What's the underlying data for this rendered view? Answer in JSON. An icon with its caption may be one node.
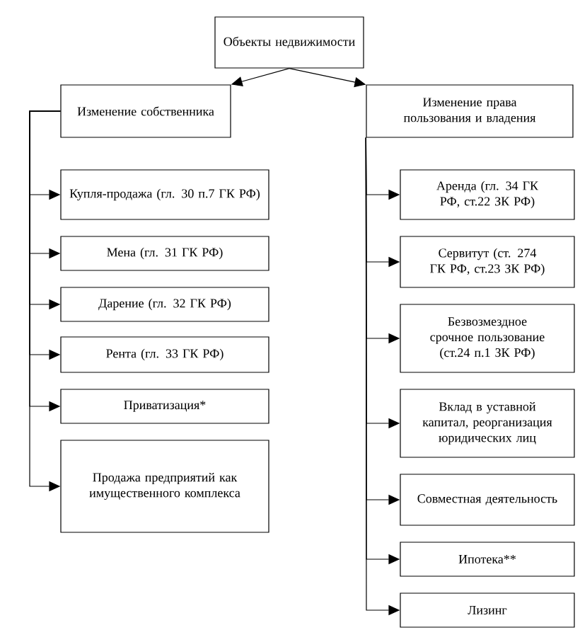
{
  "diagram": {
    "nodes": [
      {
        "text": [
          "Объекты недвижимости"
        ]
      },
      {
        "text": [
          "Изменение собственника"
        ]
      },
      {
        "text": [
          "Изменение права пользования и владения"
        ]
      },
      {
        "text": [
          "Купля-продажа (гл. 30 п.7 ГК РФ)"
        ]
      },
      {
        "text": [
          "Мена (гл. 31 ГК РФ)"
        ]
      },
      {
        "text": [
          "Дарение (гл. 32 ГК РФ)"
        ]
      },
      {
        "text": [
          "Рента (гл. 33 ГК РФ)"
        ]
      },
      {
        "text": [
          "Приватизация*"
        ]
      },
      {
        "text": [
          "Продажа предприятий как имущественного комплекса"
        ]
      },
      {
        "text": [
          "Аренда (гл. 34 ГК РФ, ст.22 ЗК РФ)"
        ]
      },
      {
        "text": [
          "Сервитут (ст. 274 ГК РФ, ст.23 ЗК РФ)"
        ]
      },
      {
        "text": [
          "Безвозмездное срочное пользование (ст.24 п.1 ЗК РФ)"
        ]
      },
      {
        "text": [
          "Вклад в уставной капитал, реорганизация юридических лиц"
        ]
      },
      {
        "text": [
          "Совместная деятельность"
        ]
      },
      {
        "text": [
          "Ипотека**"
        ]
      },
      {
        "text": [
          "Лизинг"
        ]
      }
    ],
    "edges": [
      {
        "from": 0,
        "to": 1,
        "arrow": "to"
      },
      {
        "from": 0,
        "to": 2,
        "arrow": "to"
      },
      {
        "from": 1,
        "to": 3,
        "arrow": "to"
      },
      {
        "from": 1,
        "to": 4,
        "arrow": "to"
      },
      {
        "from": 1,
        "to": 5,
        "arrow": "to"
      },
      {
        "from": 1,
        "to": 6,
        "arrow": "to"
      },
      {
        "from": 1,
        "to": 7,
        "arrow": "to"
      },
      {
        "from": 1,
        "to": 8,
        "arrow": "to"
      },
      {
        "from": 2,
        "to": 9,
        "arrow": "to"
      },
      {
        "from": 2,
        "to": 10,
        "arrow": "to"
      },
      {
        "from": 2,
        "to": 11,
        "arrow": "to"
      },
      {
        "from": 2,
        "to": 12,
        "arrow": "to"
      },
      {
        "from": 2,
        "to": 13,
        "arrow": "to"
      },
      {
        "from": 2,
        "to": 14,
        "arrow": "to"
      },
      {
        "from": 2,
        "to": 15,
        "arrow": "to"
      }
    ]
  }
}
